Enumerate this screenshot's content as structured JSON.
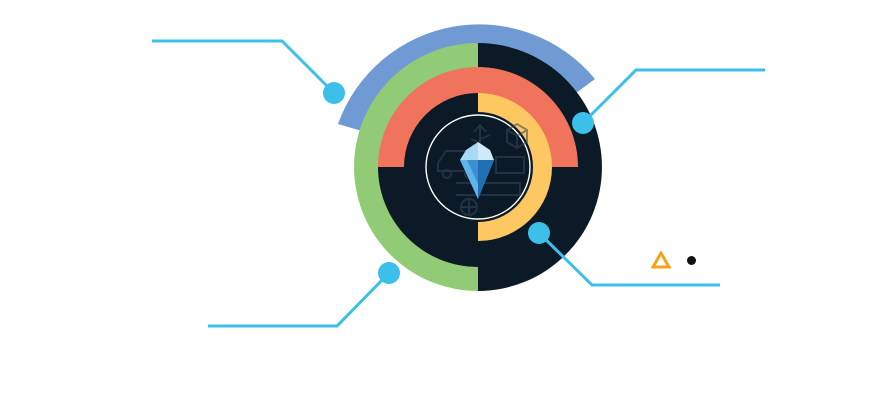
{
  "diagram": {
    "type": "radial-infographic",
    "colors": {
      "background": "#ffffff",
      "connector": "#3cc0ea",
      "outer_arc": "#6f9ad3",
      "ring_green": "#92cb76",
      "ring_dark": "#0b1a26",
      "ring_coral": "#f0735c",
      "ring_yellow": "#fdc862",
      "center_outline": "#ffffff",
      "icon_faded": "#34475a",
      "iceberg_light": "#cfe9f9",
      "iceberg_mid": "#5fb5ea",
      "iceberg_deep": "#1f6fb3",
      "brand_accent": "#f6a11a",
      "brand_dot": "#111111"
    },
    "center_icon": "iceberg-icon",
    "background_icons": [
      "car-icon",
      "usb-icon",
      "cube-icon",
      "truck-icon",
      "wheel-icon"
    ],
    "callouts": [
      {
        "id": "top-left",
        "icon": "connector-node"
      },
      {
        "id": "top-right",
        "icon": "connector-node"
      },
      {
        "id": "bottom-left",
        "icon": "connector-node"
      },
      {
        "id": "bottom-right",
        "icon": "connector-node"
      }
    ],
    "brand": {
      "icons": [
        "delta-logo-icon",
        "dot-icon"
      ]
    }
  }
}
